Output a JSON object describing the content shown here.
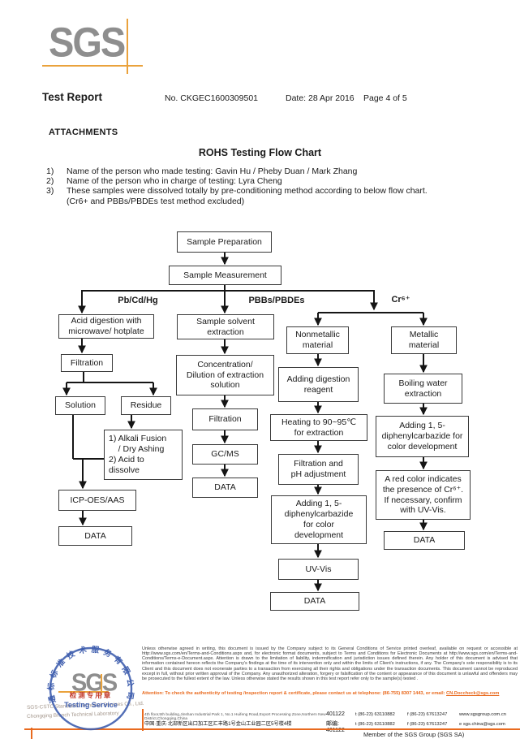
{
  "header": {
    "logo": "SGS",
    "title": "Test Report",
    "report_no": "No. CKGEC1600309501",
    "date": "Date: 28 Apr 2016",
    "page": "Page 4 of 5"
  },
  "attachments": {
    "heading": "ATTACHMENTS",
    "flow_title": "ROHS Testing Flow Chart",
    "notes": [
      {
        "num": "1)",
        "text": "Name of the person who made testing: Gavin Hu / Pheby Duan / Mark Zhang"
      },
      {
        "num": "2)",
        "text": "Name of the person who in charge of testing: Lyra Cheng"
      },
      {
        "num": "3)",
        "text": "These samples were dissolved totally by pre-conditioning method according to below flow chart.\n(Cr6+ and PBBs/PBDEs test method excluded)"
      }
    ]
  },
  "flowchart": {
    "branches": {
      "left": "Pb/Cd/Hg",
      "middle": "PBBs/PBDEs",
      "right": "Cr⁶⁺"
    },
    "nodes": {
      "sample_prep": "Sample Preparation",
      "sample_meas": "Sample Measurement",
      "acid": "Acid digestion with\nmicrowave/ hotplate",
      "filt1": "Filtration",
      "solution": "Solution",
      "residue": "Residue",
      "alkali": "1) Alkali Fusion\n    / Dry Ashing\n2) Acid to\ndissolve",
      "icp": "ICP-OES/AAS",
      "data1": "DATA",
      "solvent": "Sample solvent\nextraction",
      "conc": "Concentration/\nDilution of extraction\nsolution",
      "filt2": "Filtration",
      "gcms": "GC/MS",
      "data2": "DATA",
      "nonmet": "Nonmetallic\nmaterial",
      "digest": "Adding digestion\nreagent",
      "heating": "Heating to 90~95℃\nfor extraction",
      "filtph": "Filtration and\npH adjustment",
      "dpc1": "Adding 1, 5-\ndiphenylcarbazide\nfor color\ndevelopment",
      "uvvis": "UV-Vis",
      "data3": "DATA",
      "metallic": "Metallic\nmaterial",
      "boiling": "Boiling water\nextraction",
      "dpc2": "Adding 1, 5-\ndiphenylcarbazide for\ncolor development",
      "redcolor": "A red color indicates\nthe presence of Cr⁶⁺.\nIf necessary, confirm\nwith UV-Vis.",
      "data4": "DATA"
    }
  },
  "footer": {
    "legal": "Unless otherwise agreed in writing, this document is issued by the Company subject to its General Conditions of Service printed overleaf, available on request or accessible at http://www.sgs.com/en/Terms-and-Conditions.aspx and, for electronic format documents, subject to Terms and Conditions for Electronic Documents at http://www.sgs.com/en/Terms-and-Conditions/Terms-e-Document.aspx. Attention is drawn to the limitation of liability, indemnification and jurisdiction issues defined therein. Any holder of this document is advised that information contained hereon reflects the Company's findings at the time of its intervention only and within the limits of Client's instructions, if any. The Company's sole responsibility is to its Client and this document does not exonerate parties to a transaction from exercising all their rights and obligations under the transaction documents. This document cannot be reproduced except in full, without prior written approval of the Company. Any unauthorized alteration, forgery or falsification of the content or appearance of this document is unlawful and offenders may be prosecuted to the fullest extent of the law. Unless otherwise stated the results shown in this test report refer only to the sample(s) tested .",
    "attention": "Attention: To check the authenticity of testing /inspection report & certificate, please contact us at telephone: (86-755) 8307 1443, or email: ",
    "attention_email": "CN.Doccheck@sgs.com",
    "address_en": {
      "address": "4th floor,5th building,Jinshan Industrial Park 1, No.1 Huifeng Road,Export Processing Zone,Northern New District,Chongqing,China",
      "postal": "401122",
      "tel": "t (86-23) 63110882",
      "fax": "f (86-23) 67613247",
      "link": "www.sgsgroup.com.cn"
    },
    "address_cn": {
      "address": "中国·重庆·北部新区出口加工区汇丰路1号金山工业园二区5号楼4楼",
      "postal": "邮编: 401122",
      "tel": "t (86-23) 63110882",
      "fax": "f (86-23) 67613247",
      "link": "e sgs.china@sgs.com"
    },
    "stamp": {
      "logo": "SGS",
      "arc_text": "通标标准技术服务有限公司",
      "seal": "检测专用章",
      "service": "Testing Service",
      "company1": "SGS-CSTC Standards Technical Services Co., Ltd.",
      "company2": "Chongqing Branch Technical Laboratory"
    },
    "member": "Member of the SGS Group (SGS SA)"
  },
  "colors": {
    "accent_orange": "#EAA23C",
    "rule_orange": "#E96A1E",
    "stamp_blue": "#3F5EAE",
    "stamp_red": "#C23A2A",
    "logo_gray": "#8E8E8E"
  }
}
